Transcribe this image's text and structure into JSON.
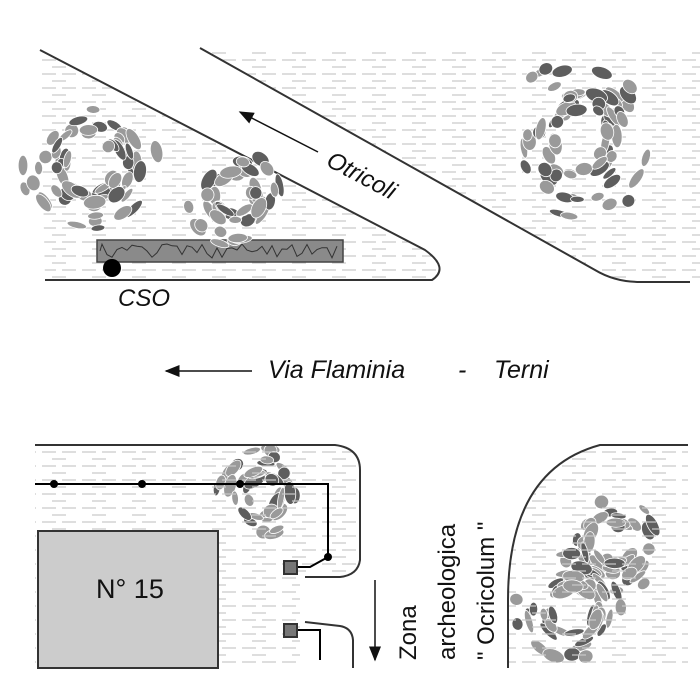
{
  "labels": {
    "otricoli": "Otricoli",
    "cso": "CSO",
    "via_flaminia": "Via Flaminia",
    "dash": "-",
    "terni": "Terni",
    "building": "N° 15",
    "zona_line1": "Zona",
    "zona_line2": "archeologica",
    "zona_line3": "\" Ocricolum \""
  },
  "colors": {
    "road_line": "#333333",
    "building_fill": "#cccccc",
    "leaf_light": "#9a9a9a",
    "leaf_dark": "#5e5e5e",
    "hedge_fill": "#8a8a8a",
    "hatch": "#c8c8c8"
  },
  "icons": {
    "direction_arrow": "arrow-icon",
    "cso_point": "filled-circle-icon",
    "manhole": "square-marker-icon"
  }
}
